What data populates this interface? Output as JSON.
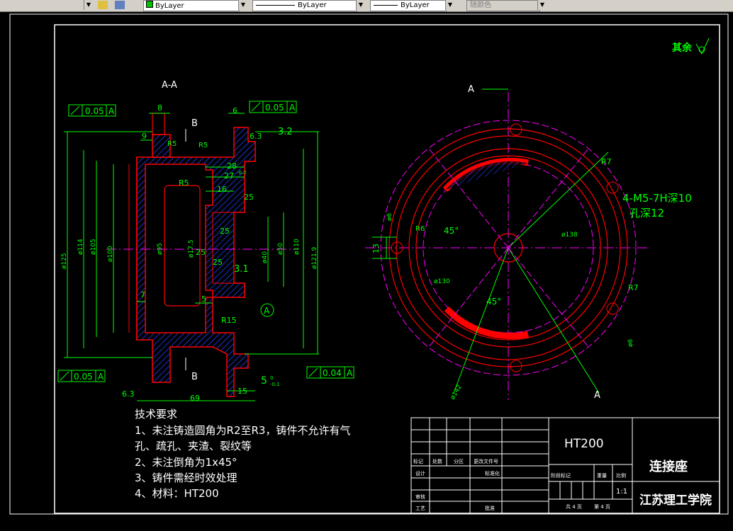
{
  "toolbar": {
    "layer_color_label": "ByLayer",
    "linetype_label": "ByLayer",
    "lineweight_label": "ByLayer",
    "plotstyle_label": "随颜色"
  },
  "drawing": {
    "roughness_note": "其余",
    "section_label": "A-A",
    "section_marker_a": "A",
    "section_marker_b": "B",
    "datum_label": "A",
    "tolerance_1": "0.05",
    "tolerance_2": "0.05",
    "tolerance_3": "0.05",
    "tolerance_4": "0.04",
    "datum_ref": "A",
    "dim_8": "8",
    "dim_6": "6",
    "dim_9": "9",
    "dim_28": "28",
    "dim_27": "27",
    "dim_27_tol": "-0.2",
    "dim_16": "16",
    "dim_5": "5",
    "dim_7": "7",
    "dim_69": "69",
    "dim_15": "15",
    "dim_5_tol": "5",
    "dim_5_tol_val": "0",
    "dim_5_tol_low": "-0.1",
    "roughness_63": "6.3",
    "roughness_32": "3.2",
    "roughness_25": "25",
    "roughness_31": "3.1",
    "radius_r5": "R5",
    "radius_r15": "R15",
    "diam_125": "ø125",
    "diam_114": "ø114",
    "diam_105": "ø105",
    "diam_100": "ø100",
    "diam_95": "ø95",
    "diam_175": "ø17.5",
    "diam_40": "ø40",
    "diam_50": "ø50",
    "diam_110": "ø110",
    "diam_121": "ø121.9",
    "hole_note_1": "4-M5-7H深10",
    "hole_note_2": "孔深12",
    "angle_45": "45°",
    "dim_13": "13",
    "dim_r6": "R6",
    "dim_r7": "R7",
    "dim_d138": "ø138",
    "dim_d130": "ø130",
    "dim_d142": "ø142",
    "dim_6b": "ø6"
  },
  "notes": {
    "title": "技术要求",
    "line1": "1、未注铸造圆角为R2至R3，铸件不允许有气",
    "line2": "孔、疏孔、夹渣、裂纹等",
    "line3": "2、未注倒角为1x45°",
    "line4": "3、铸件需经时效处理",
    "line5": "4、材料：HT200"
  },
  "titleblock": {
    "material": "HT200",
    "part_name": "连接座",
    "school": "江苏理工学院",
    "scale": "1:1",
    "h_mark": "标记",
    "h_count": "处数",
    "h_zone": "分区",
    "h_doc": "更改文件号",
    "h_design": "设计",
    "h_std": "标准化",
    "h_stage": "阶段标记",
    "h_weight": "重量",
    "h_scale": "比例",
    "h_review": "审核",
    "h_process": "工艺",
    "h_approve": "批准",
    "sheets_total": "共 4 页",
    "sheet_no": "第 4 页"
  },
  "colors": {
    "outline": "#ffffff",
    "part": "#ff0000",
    "dimension": "#00ff00",
    "centerline": "#ff00ff",
    "hatch": "#0000ff"
  }
}
